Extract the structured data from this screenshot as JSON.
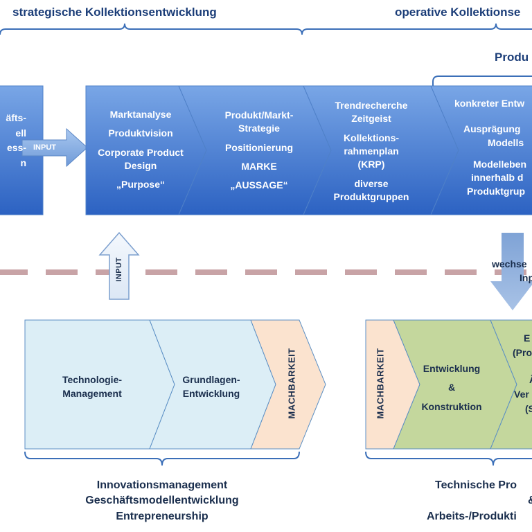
{
  "headers": {
    "strategic": "strategische Kollektionsentwicklung",
    "operative": "operative Kollektionse",
    "product": "Produ"
  },
  "left_box": {
    "lines": [
      "äfts-",
      "ell",
      "ess-",
      "n"
    ]
  },
  "input_right_label": "INPUT",
  "input_up_label": "INPUT",
  "steps": [
    {
      "lines": [
        "Marktanalyse",
        "Produktvision",
        "Corporate Product",
        "Design",
        "„Purpose“"
      ]
    },
    {
      "lines": [
        "Produkt/Markt-",
        "Strategie",
        "Positionierung",
        "MARKE",
        "„AUSSAGE“"
      ]
    },
    {
      "lines": [
        "Trendrecherche",
        "Zeitgeist",
        "Kollektions-",
        "rahmenplan",
        "(KRP)",
        "diverse",
        "Produktgruppen"
      ]
    },
    {
      "lines": [
        "konkreter Entw",
        "Ausprägung",
        "Modells",
        "Modelleben",
        "innerhalb d",
        "Produktgrup"
      ]
    }
  ],
  "exchange_label": [
    "wechse",
    "Inp"
  ],
  "innovation_chain": [
    {
      "lines": [
        "Technologie-",
        "Management"
      ]
    },
    {
      "lines": [
        "Grundlagen-",
        "Entwicklung"
      ]
    }
  ],
  "machbarkeit_label": "MACHBARKEIT",
  "technical_chain": [
    {
      "lines": [
        "Entwicklung",
        "&",
        "Konstruktion"
      ]
    },
    {
      "lines": [
        "E",
        "(Pro",
        "Ä",
        "Ver",
        "(S"
      ]
    }
  ],
  "bottom_left": [
    "Innovationsmanagement",
    "Geschäftsmodellentwicklung",
    "Entrepreneurship"
  ],
  "bottom_right": [
    "Technische Pro",
    "&",
    "Arbeits-/Produkti"
  ],
  "colors": {
    "blue_top": "#6f9ee3",
    "blue_bottom": "#2f66c6",
    "header_text": "#1b3d78",
    "dash": "#c8a3a6",
    "light_blue": "#dceef6",
    "peach": "#fbe3cf",
    "green": "#c4d79d"
  }
}
